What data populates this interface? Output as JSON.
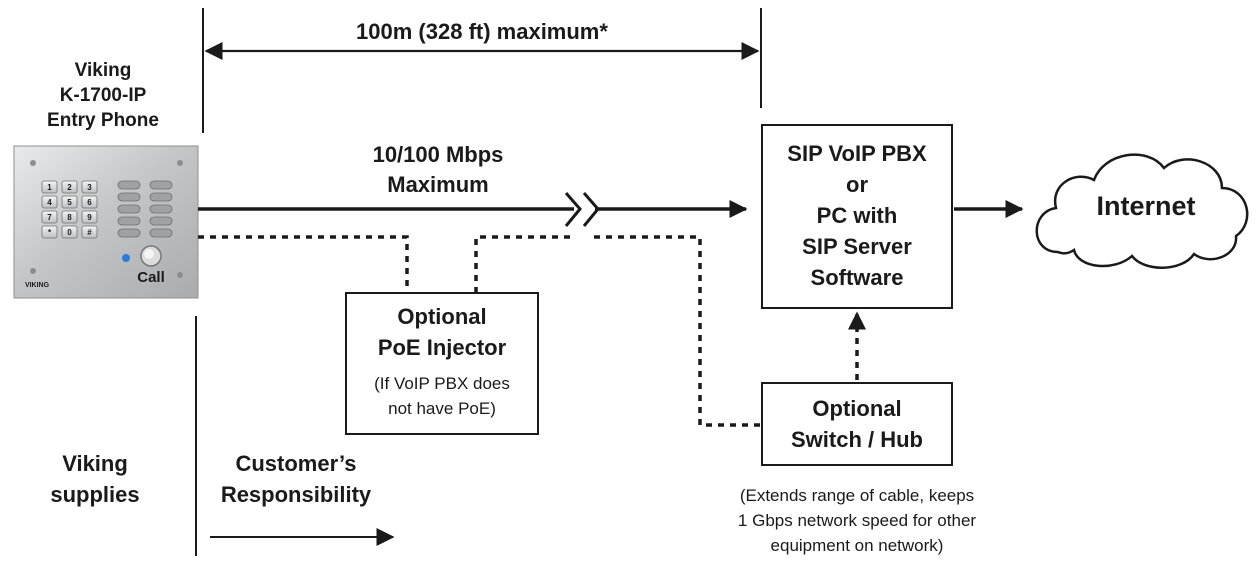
{
  "range": {
    "label": "100m (328 ft) maximum*"
  },
  "phone": {
    "title_line1": "Viking",
    "title_line2": "K-1700-IP",
    "title_line3": "Entry Phone",
    "keys": [
      "1",
      "2",
      "3",
      "4",
      "5",
      "6",
      "7",
      "8",
      "9",
      "*",
      "0",
      "#"
    ],
    "call_label": "Call",
    "brand": "VIKING"
  },
  "speed": {
    "line1": "10/100 Mbps",
    "line2": "Maximum"
  },
  "pbx": {
    "line1": "SIP VoIP PBX",
    "line2": "or",
    "line3": "PC with",
    "line4": "SIP Server",
    "line5": "Software"
  },
  "internet": {
    "label": "Internet"
  },
  "poe": {
    "line1": "Optional",
    "line2": "PoE Injector",
    "note1": "(If VoIP PBX does",
    "note2": "not have PoE)"
  },
  "switch": {
    "line1": "Optional",
    "line2": "Switch / Hub",
    "note1": "(Extends range of cable, keeps",
    "note2": "1 Gbps network speed for other",
    "note3": "equipment on network)"
  },
  "viking_supplies": {
    "line1": "Viking",
    "line2": "supplies"
  },
  "customer": {
    "line1": "Customer’s",
    "line2": "Responsibility"
  }
}
